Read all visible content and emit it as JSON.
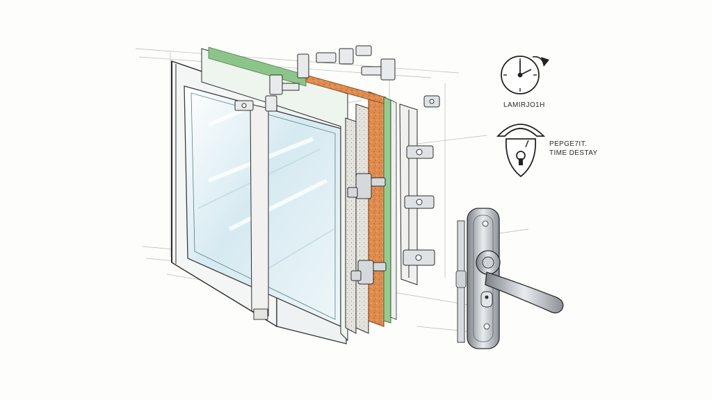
{
  "labels": {
    "clock_caption": "LAMIRJO1H",
    "lock_caption_line1": "PEPGE7IT.",
    "lock_caption_line2": "TIME DESTAY"
  },
  "icons": {
    "clock": "clock-icon",
    "lock": "lock-shield-icon"
  },
  "colors": {
    "ink": "#2b2b2b",
    "glass": "#cfe6ee",
    "green_layer": "#8cc58a",
    "orange_core": "#de8a4e",
    "metal": "#9aa0a6"
  }
}
